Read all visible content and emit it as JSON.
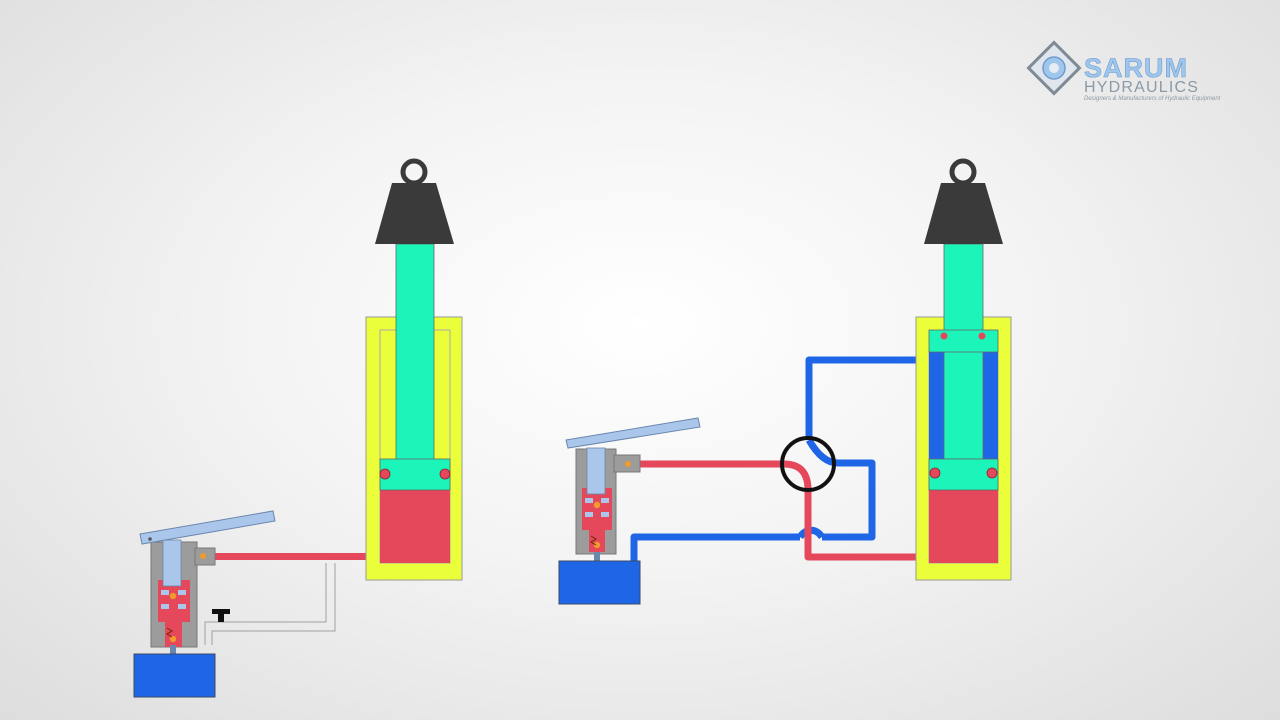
{
  "logo": {
    "name": "SARUM",
    "division": "HYDRAULICS",
    "tagline": "Designers & Manufacturers of Hydraulic Equipment"
  },
  "colors": {
    "pressure_fluid": "#e5475b",
    "return_fluid": "#1f66e6",
    "piston_rod": "#1cf5b9",
    "cylinder_body": "#eaff3a",
    "pump_body": "#9c9c9c",
    "pump_plunger": "#aac6ea",
    "tank": "#1f66e6",
    "load_weight": "#3a3a3a",
    "seal": "#e5475b",
    "check_ball": "#f29b2d"
  },
  "diagrams": [
    {
      "id": "single-acting",
      "parts": [
        "hand-pump",
        "lever",
        "tank",
        "pressure-line",
        "release-line",
        "release-valve",
        "cylinder",
        "piston-rod",
        "load-weight"
      ]
    },
    {
      "id": "double-acting",
      "parts": [
        "hand-pump",
        "lever",
        "tank",
        "pressure-line",
        "return-line",
        "directional-valve",
        "cylinder",
        "piston-rod",
        "load-weight"
      ]
    }
  ]
}
